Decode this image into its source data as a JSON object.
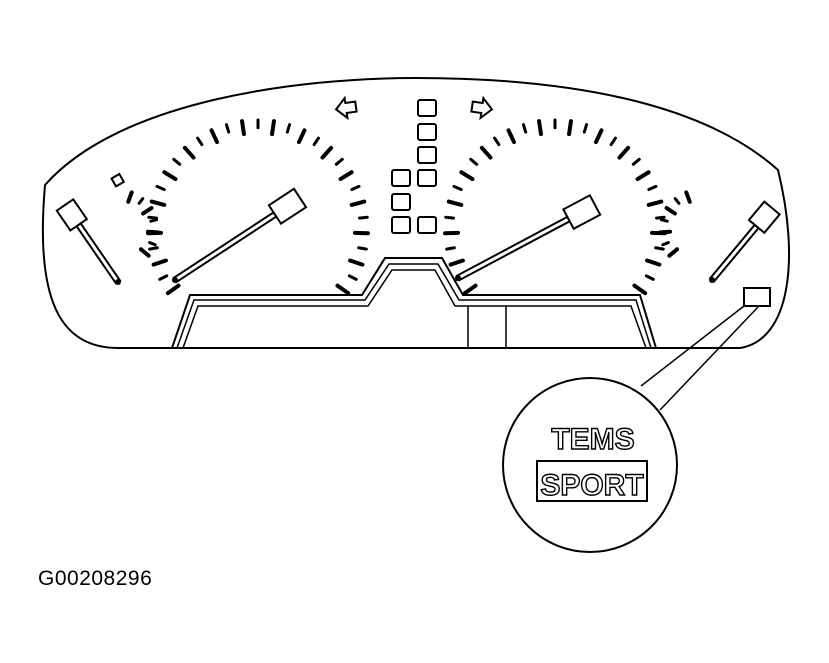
{
  "callout": {
    "line1": "TEMS",
    "line2": "SPORT"
  },
  "figure_id": "G00208296",
  "gauges": {
    "left_small": {
      "needle_angle": -130
    },
    "speedometer": {
      "needle_angle": -55
    },
    "tachometer": {
      "needle_angle": -55
    },
    "right_small": {
      "needle_angle": -55
    }
  },
  "colors": {
    "ink": "#000000",
    "paper": "#ffffff"
  }
}
